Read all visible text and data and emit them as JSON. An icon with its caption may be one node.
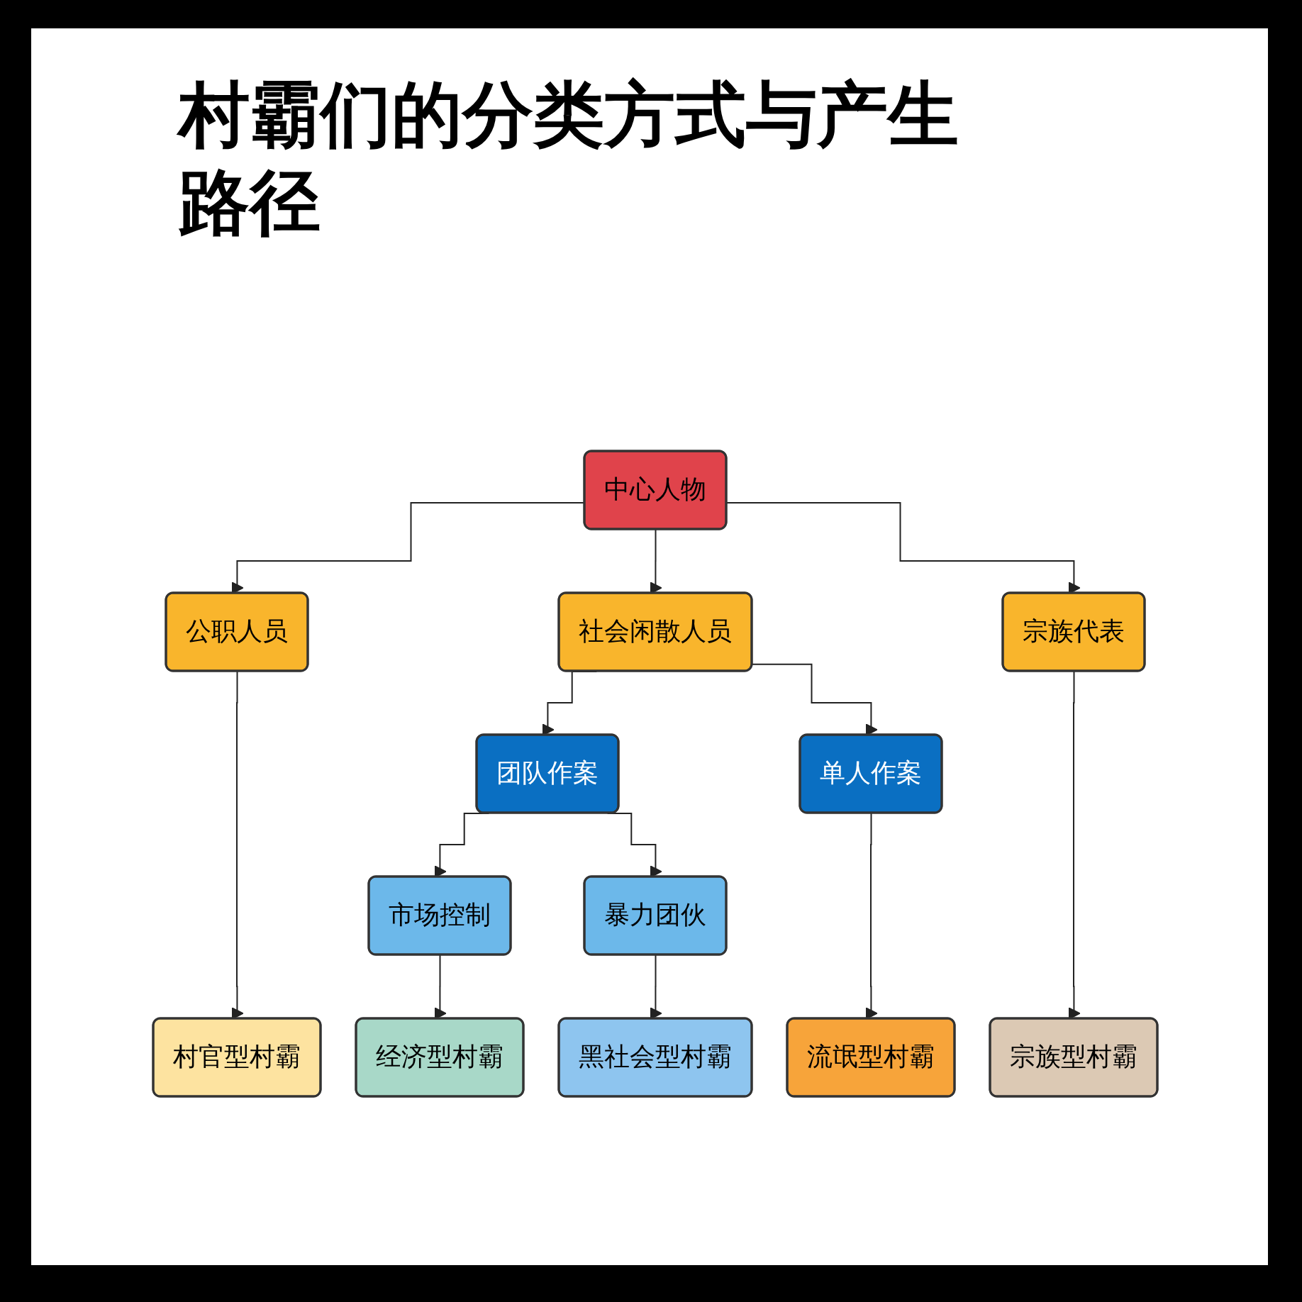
{
  "diagram": {
    "title": "村霸们的分类方式与产生路径",
    "nodes": [
      {
        "text": [
          "中心人物"
        ]
      },
      {
        "text": [
          "公职人员"
        ]
      },
      {
        "text": [
          "社会闲散人员"
        ]
      },
      {
        "text": [
          "宗族代表"
        ]
      },
      {
        "text": [
          "团队作案"
        ]
      },
      {
        "text": [
          "单人作案"
        ]
      },
      {
        "text": [
          "市场控制"
        ]
      },
      {
        "text": [
          "暴力团伙"
        ]
      },
      {
        "text": [
          "村官型村霸"
        ]
      },
      {
        "text": [
          "经济型村霸"
        ]
      },
      {
        "text": [
          "黑社会型村霸"
        ]
      },
      {
        "text": [
          "流氓型村霸"
        ]
      },
      {
        "text": [
          "宗族型村霸"
        ]
      }
    ],
    "edges": [
      {
        "from": 0,
        "to": 1,
        "arrow": "to"
      },
      {
        "from": 0,
        "to": 2,
        "arrow": "to"
      },
      {
        "from": 0,
        "to": 3,
        "arrow": "to"
      },
      {
        "from": 2,
        "to": 4,
        "arrow": "to"
      },
      {
        "from": 2,
        "to": 5,
        "arrow": "to"
      },
      {
        "from": 4,
        "to": 6,
        "arrow": "to"
      },
      {
        "from": 4,
        "to": 7,
        "arrow": "to"
      },
      {
        "from": 1,
        "to": 8,
        "arrow": "to"
      },
      {
        "from": 6,
        "to": 9,
        "arrow": "to"
      },
      {
        "from": 7,
        "to": 10,
        "arrow": "to"
      },
      {
        "from": 5,
        "to": 11,
        "arrow": "to"
      },
      {
        "from": 3,
        "to": 12,
        "arrow": "to"
      }
    ]
  }
}
